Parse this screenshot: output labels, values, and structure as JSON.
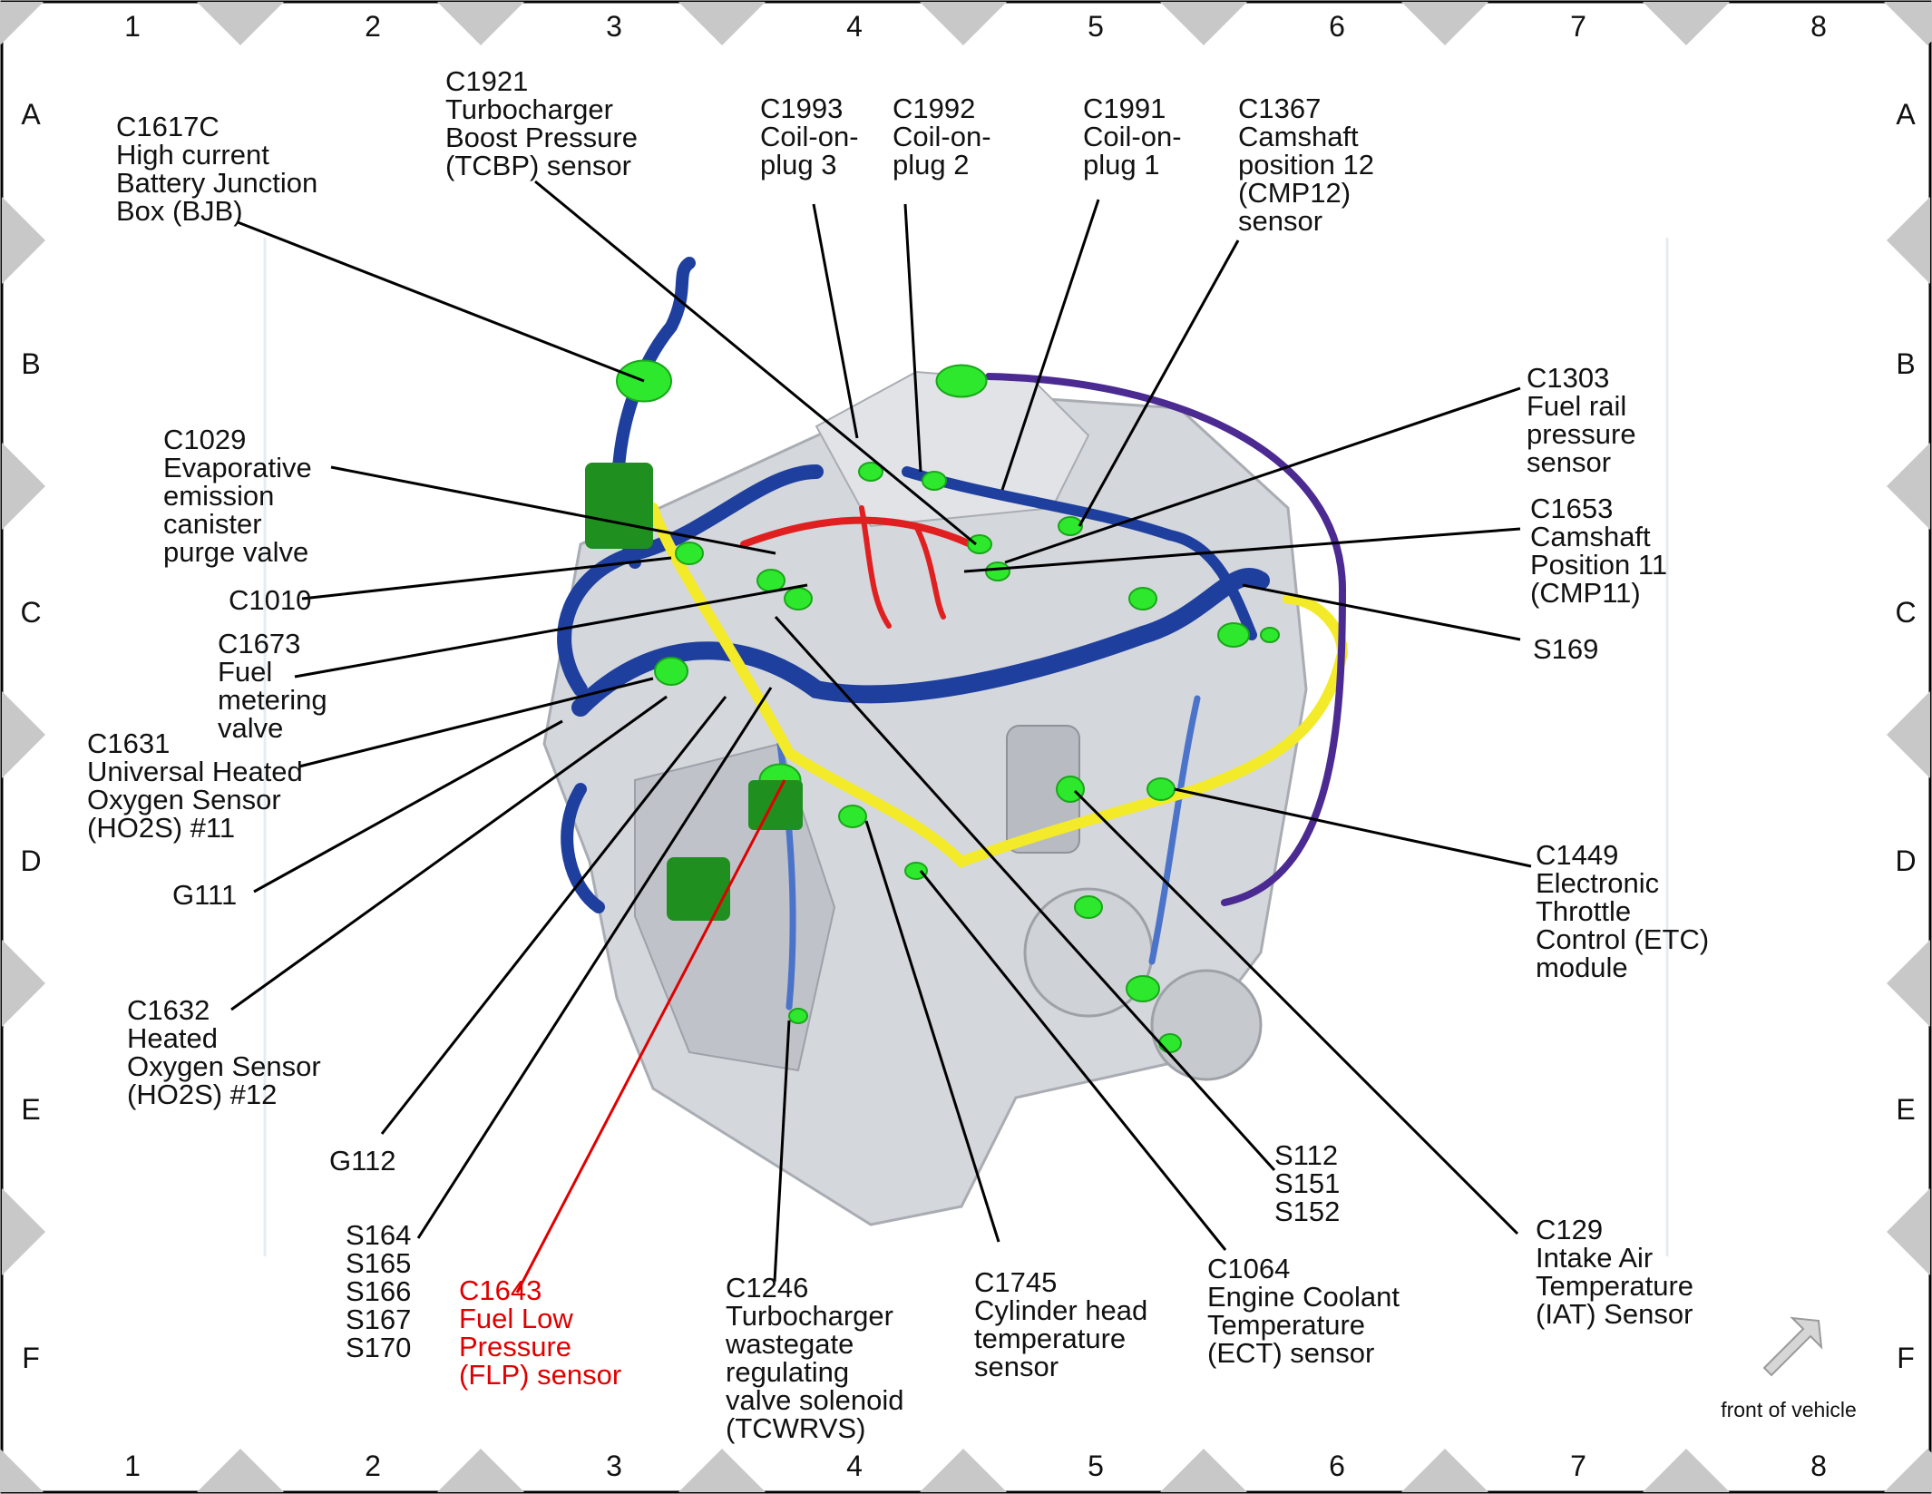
{
  "grid": {
    "columns": [
      "1",
      "2",
      "3",
      "4",
      "5",
      "6",
      "7",
      "8"
    ],
    "rows": [
      "A",
      "B",
      "C",
      "D",
      "E",
      "F"
    ]
  },
  "callouts": [
    {
      "id": "c1617c",
      "lines": [
        "C1617C",
        "High current",
        "Battery Junction",
        "Box (BJB)"
      ]
    },
    {
      "id": "c1921",
      "lines": [
        "C1921",
        "Turbocharger",
        "Boost Pressure",
        "(TCBP) sensor"
      ]
    },
    {
      "id": "c1993",
      "lines": [
        "C1993",
        "Coil-on-",
        "plug 3"
      ]
    },
    {
      "id": "c1992",
      "lines": [
        "C1992",
        "Coil-on-",
        "plug 2"
      ]
    },
    {
      "id": "c1991",
      "lines": [
        "C1991",
        "Coil-on-",
        "plug 1"
      ]
    },
    {
      "id": "c1367",
      "lines": [
        "C1367",
        "Camshaft",
        "position 12",
        "(CMP12)",
        "sensor"
      ]
    },
    {
      "id": "c1029",
      "lines": [
        "C1029",
        "Evaporative",
        "emission",
        "canister",
        "purge valve"
      ]
    },
    {
      "id": "c1303",
      "lines": [
        "C1303",
        "Fuel rail",
        "pressure",
        "sensor"
      ]
    },
    {
      "id": "c1653",
      "lines": [
        "C1653",
        "Camshaft",
        "Position 11",
        "(CMP11)"
      ]
    },
    {
      "id": "c1010",
      "lines": [
        "C1010"
      ]
    },
    {
      "id": "s169",
      "lines": [
        "S169"
      ]
    },
    {
      "id": "c1673",
      "lines": [
        "C1673",
        "Fuel",
        "metering",
        "valve"
      ]
    },
    {
      "id": "c1631",
      "lines": [
        "C1631",
        "Universal Heated",
        "Oxygen Sensor",
        "(HO2S) #11"
      ]
    },
    {
      "id": "c1449",
      "lines": [
        "C1449",
        "Electronic",
        "Throttle",
        "Control (ETC)",
        "module"
      ]
    },
    {
      "id": "g111",
      "lines": [
        "G111"
      ]
    },
    {
      "id": "c1632",
      "lines": [
        "C1632",
        "Heated",
        "Oxygen Sensor",
        "(HO2S) #12"
      ]
    },
    {
      "id": "g112",
      "lines": [
        "G112"
      ]
    },
    {
      "id": "s112",
      "lines": [
        "S112",
        "S151",
        "S152"
      ]
    },
    {
      "id": "s164",
      "lines": [
        "S164",
        "S165",
        "S166",
        "S167",
        "S170"
      ]
    },
    {
      "id": "c1643",
      "lines": [
        "C1643",
        "Fuel Low",
        "Pressure",
        "(FLP) sensor"
      ],
      "highlight": true
    },
    {
      "id": "c1246",
      "lines": [
        "C1246",
        "Turbocharger",
        "wastegate",
        "regulating",
        "valve solenoid",
        "(TCWRVS)"
      ]
    },
    {
      "id": "c1745",
      "lines": [
        "C1745",
        "Cylinder head",
        "temperature",
        "sensor"
      ]
    },
    {
      "id": "c1064",
      "lines": [
        "C1064",
        "Engine Coolant",
        "Temperature",
        "(ECT) sensor"
      ]
    },
    {
      "id": "c129",
      "lines": [
        "C129",
        "Intake Air",
        "Temperature",
        "(IAT) Sensor"
      ]
    }
  ],
  "orientation": {
    "label": "front of vehicle"
  },
  "colors": {
    "connector": "#2ee82e",
    "connector_dark": "#1f8f1f",
    "harness_blue": "#1f3f9e",
    "harness_light_blue": "#4a73c9",
    "harness_yellow": "#f3ea2a",
    "harness_red": "#e02020",
    "harness_purple": "#4b2a91",
    "highlight": "#e00000",
    "engine_gray": "#d4d7dc"
  }
}
